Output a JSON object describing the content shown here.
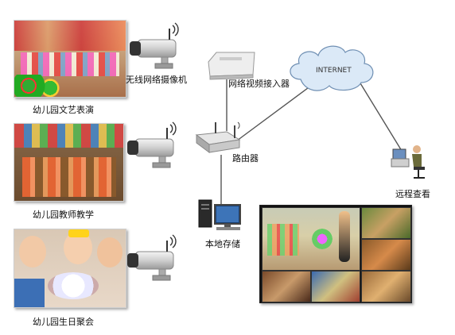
{
  "labels": {
    "wireless_camera": "无线网络摄像机",
    "video_encoder": "网络视频接入器",
    "internet": "INTERNET",
    "router": "路由器",
    "local_storage": "本地存储",
    "remote_view": "远程查看"
  },
  "scenes": [
    {
      "caption": "幼儿园文艺表演"
    },
    {
      "caption": "幼儿园教师教学"
    },
    {
      "caption": "幼儿园生日聚会"
    }
  ],
  "colors": {
    "line": "#555555",
    "cloud_fill": "#dbe9f7",
    "cloud_stroke": "#6f8fb3",
    "camera_body": "#d8d8d8"
  },
  "icons": [
    "camera-icon",
    "router-icon",
    "encoder-icon",
    "cloud-icon",
    "computer-icon",
    "person-computer-icon",
    "wifi-icon"
  ]
}
